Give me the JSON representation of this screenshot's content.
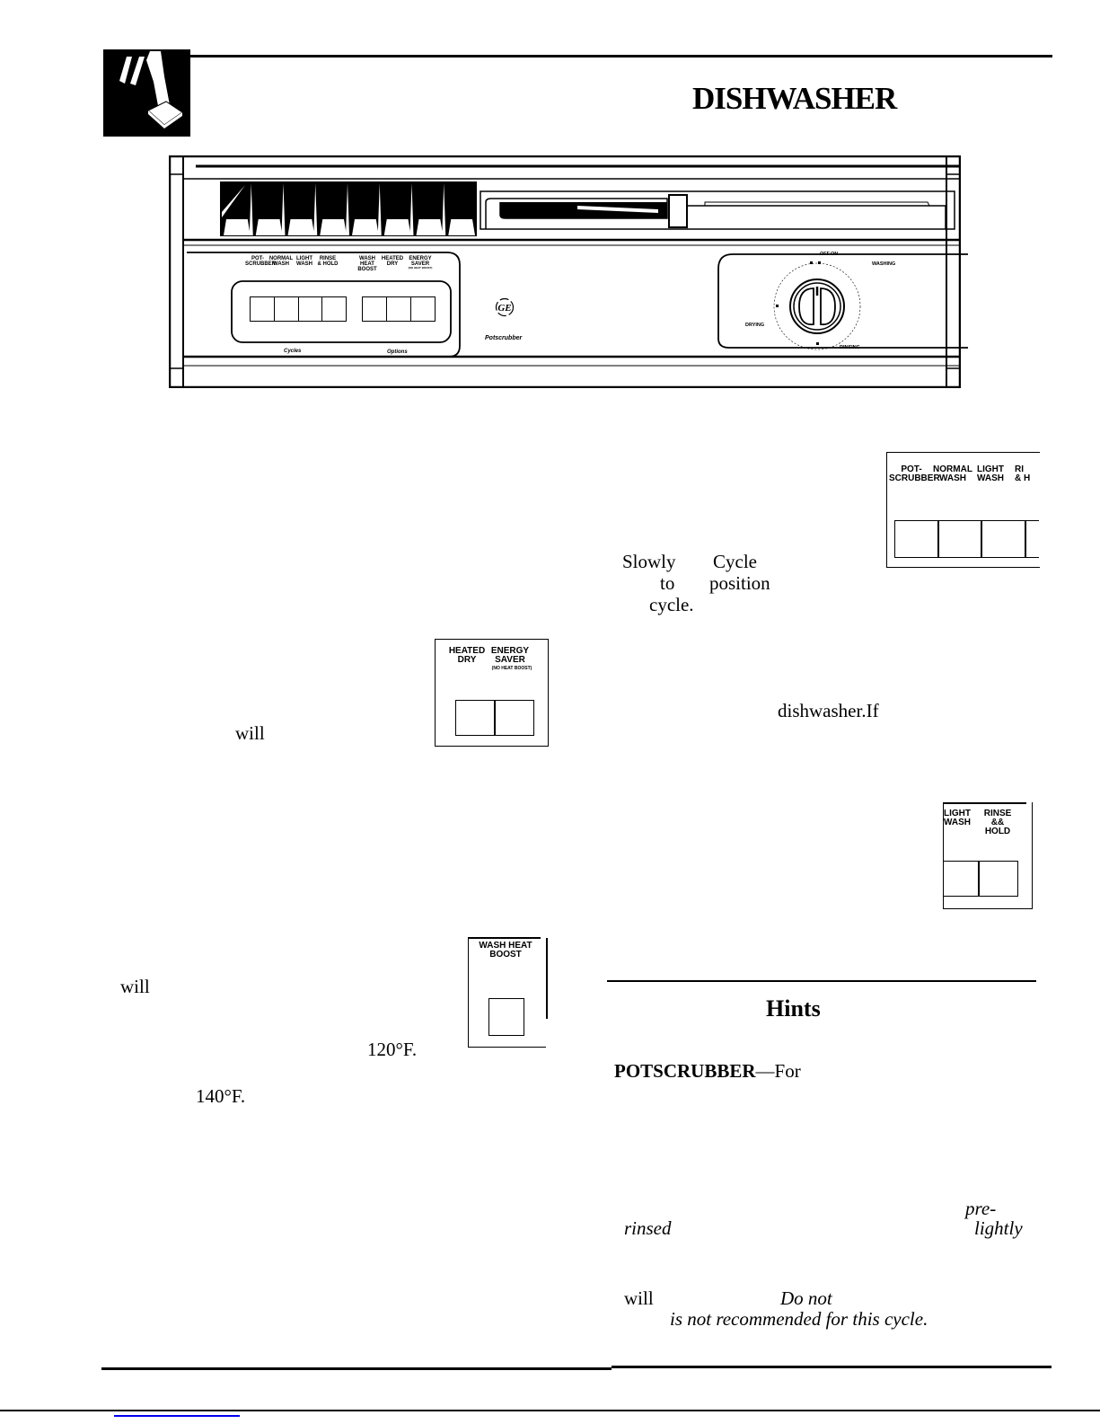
{
  "header": {
    "logo_icon": "hand-pressing-button-icon",
    "title": "DISHWASHER"
  },
  "control_panel": {
    "cycle_buttons": [
      {
        "line1": "POT-",
        "line2": "SCRUBBER"
      },
      {
        "line1": "NORMAL",
        "line2": "WASH"
      },
      {
        "line1": "LIGHT",
        "line2": "WASH"
      },
      {
        "line1": "RINSE",
        "line2": "& HOLD"
      }
    ],
    "option_buttons": [
      {
        "line1": "WASH HEAT",
        "line2": "BOOST",
        "line3": ""
      },
      {
        "line1": "HEATED",
        "line2": "DRY",
        "line3": ""
      },
      {
        "line1": "ENERGY",
        "line2": "SAVER",
        "line3": "(NO HEAT BOOST)"
      }
    ],
    "cycles_label": "Cycles",
    "options_label": "Options",
    "brand_icon": "ge-logo-icon",
    "model_label": "Potscrubber",
    "dial": {
      "off_label": "OFF",
      "on_label": "ON",
      "positions": [
        "WASHING",
        "RINSING",
        "DRYING"
      ]
    }
  },
  "figures": {
    "cycles_fig": {
      "labels": [
        {
          "line1": "POT-",
          "line2": "SCRUBBER"
        },
        {
          "line1": "NORMAL",
          "line2": "WASH"
        },
        {
          "line1": "LIGHT",
          "line2": "WASH"
        },
        {
          "line1": "RI",
          "line2": "& H"
        }
      ]
    },
    "heated_energy_fig": {
      "labels": [
        {
          "line1": "HEATED",
          "line2": "DRY"
        },
        {
          "line1": "ENERGY",
          "line2": "SAVER"
        }
      ],
      "note": "(NO HEAT BOOST)"
    },
    "light_rinse_fig": {
      "labels": [
        {
          "line1": "LIGHT",
          "line2": "WASH"
        },
        {
          "line1": "RINSE",
          "line2": "&& HOLD"
        }
      ]
    },
    "wash_heat_fig": {
      "label_line1": "WASH HEAT",
      "label_line2": "BOOST"
    }
  },
  "text_fragments": {
    "slowly": "Slowly",
    "cycle_word": "Cycle",
    "to": "to",
    "position": "position",
    "cycle_period": "cycle.",
    "will_1": "will",
    "dishwasher_if": "dishwasher.If",
    "will_2": "will",
    "temp_120": "120°F.",
    "temp_140": "140°F."
  },
  "hints": {
    "title": "Hints",
    "potscrubber_term": "POTSCRUBBER",
    "potscrubber_rest": "—For",
    "pre": "pre-",
    "rinsed": "rinsed",
    "lightly": "lightly",
    "will": "will",
    "do_not": "Do not",
    "not_recommended": "is not recommended for this cycle."
  }
}
